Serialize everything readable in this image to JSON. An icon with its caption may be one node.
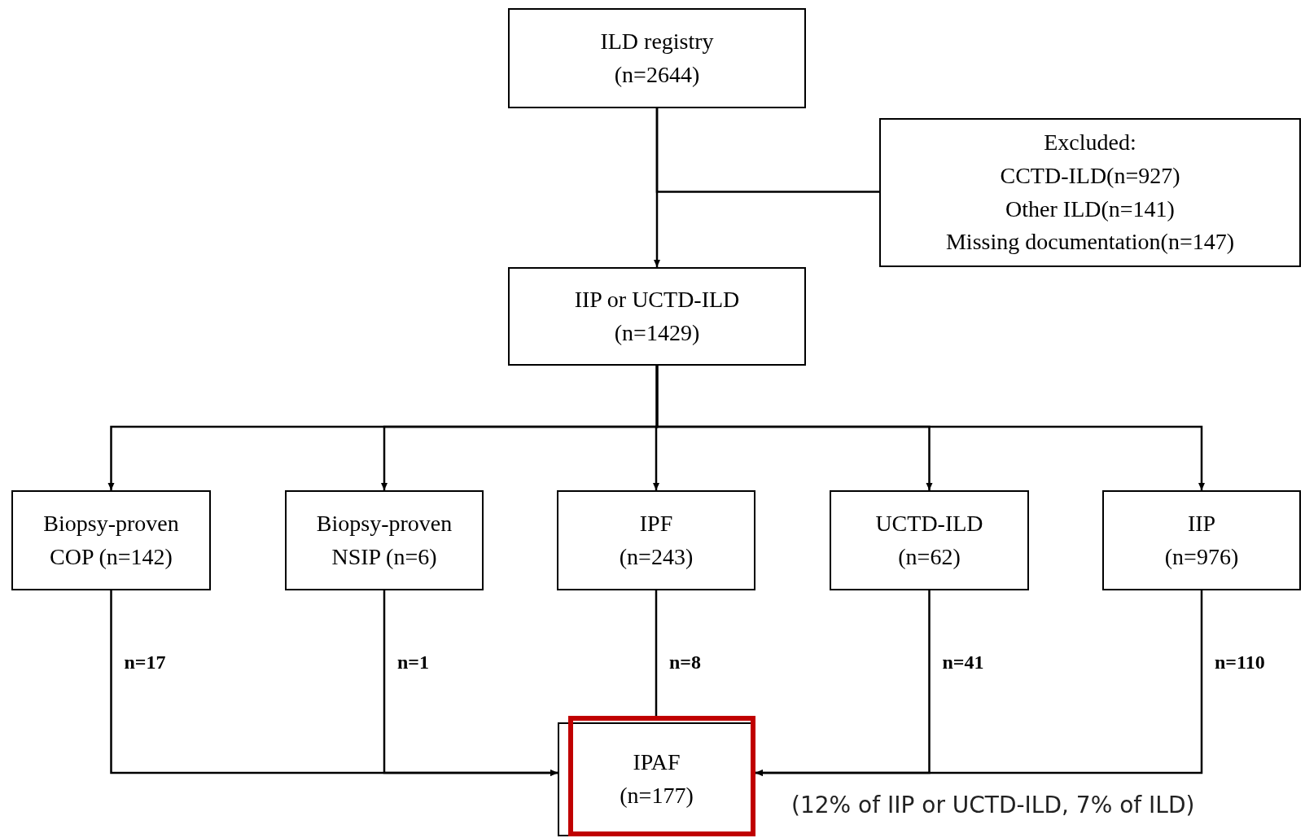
{
  "diagram": {
    "nodes": [
      {
        "text": [
          "ILD registry (n=2644)"
        ]
      },
      {
        "text": [
          "Excluded:",
          "CCTD-ILD(n=927)",
          "Other ILD(n=141)",
          "Missing documentation(n=147)"
        ]
      },
      {
        "text": [
          "IIP or UCTD-ILD (n=1429)"
        ]
      },
      {
        "text": [
          "Biopsy-proven COP (n=142)"
        ]
      },
      {
        "text": [
          "Biopsy-proven NSIP (n=6)"
        ]
      },
      {
        "text": [
          "IPF (n=243)"
        ]
      },
      {
        "text": [
          "UCTD-ILD (n=62)"
        ]
      },
      {
        "text": [
          "IIP (n=976)"
        ]
      },
      {
        "text": [
          "IPAF (n=177)"
        ],
        "beside": [
          "(12% of IIP or UCTD-ILD, 7% of ILD)"
        ]
      }
    ],
    "edges": [
      {
        "from": 0,
        "to": 2,
        "arrow": "to"
      },
      {
        "from": 0,
        "to": 1,
        "arrow": "none"
      },
      {
        "from": 2,
        "to": 3,
        "arrow": "to"
      },
      {
        "from": 2,
        "to": 4,
        "arrow": "to"
      },
      {
        "from": 2,
        "to": 5,
        "arrow": "to"
      },
      {
        "from": 2,
        "to": 6,
        "arrow": "to"
      },
      {
        "from": 2,
        "to": 7,
        "arrow": "to"
      },
      {
        "from": 3,
        "to": 8,
        "arrow": "to",
        "label": "n=17"
      },
      {
        "from": 4,
        "to": 8,
        "arrow": "to",
        "label": "n=1"
      },
      {
        "from": 5,
        "to": 8,
        "arrow": "none",
        "label": "n=8"
      },
      {
        "from": 6,
        "to": 8,
        "arrow": "to",
        "label": "n=41"
      },
      {
        "from": 7,
        "to": 8,
        "arrow": "to",
        "label": "n=110"
      }
    ]
  }
}
